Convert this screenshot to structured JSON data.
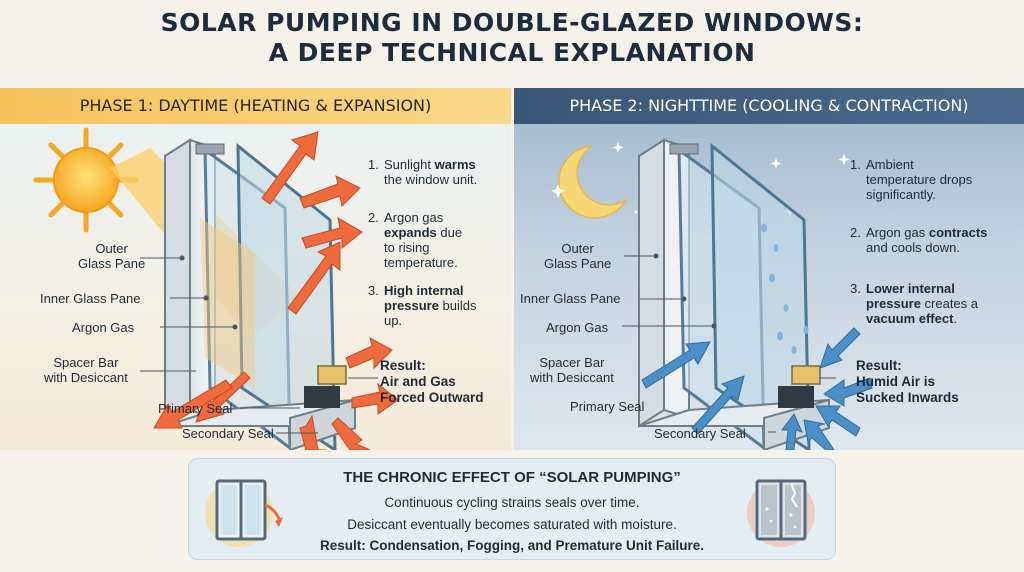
{
  "title": {
    "line1": "SOLAR PUMPING IN DOUBLE-GLAZED WINDOWS:",
    "line2": "A DEEP TECHNICAL EXPLANATION"
  },
  "day": {
    "header": "PHASE 1: DAYTIME (HEATING & EXPANSION)",
    "labels": {
      "outer_pane_1": "Outer",
      "outer_pane_2": "Glass Pane",
      "inner_pane": "Inner Glass Pane",
      "argon_gas": "Argon Gas",
      "spacer_1": "Spacer Bar",
      "spacer_2": "with Desiccant",
      "primary_seal": "Primary Seal",
      "secondary_seal": "Secondary Seal"
    },
    "steps": [
      {
        "num": "1.",
        "lines": [
          [
            {
              "t": "Sunlight ",
              "b": false
            },
            {
              "t": "warms",
              "b": true
            }
          ],
          [
            {
              "t": "the window unit.",
              "b": false
            }
          ]
        ]
      },
      {
        "num": "2.",
        "lines": [
          [
            {
              "t": "Argon gas",
              "b": false
            }
          ],
          [
            {
              "t": "expands",
              "b": true
            },
            {
              "t": " due",
              "b": false
            }
          ],
          [
            {
              "t": "to rising",
              "b": false
            }
          ],
          [
            {
              "t": "temperature.",
              "b": false
            }
          ]
        ]
      },
      {
        "num": "3.",
        "lines": [
          [
            {
              "t": "High internal",
              "b": true
            }
          ],
          [
            {
              "t": "pressure",
              "b": true
            },
            {
              "t": " builds",
              "b": false
            }
          ],
          [
            {
              "t": "up.",
              "b": false
            }
          ]
        ]
      }
    ],
    "result": [
      "Result:",
      "Air and Gas",
      "Forced Outward"
    ]
  },
  "night": {
    "header": "PHASE 2: NIGHTTIME (COOLING & CONTRACTION)",
    "labels": {
      "outer_pane_1": "Outer",
      "outer_pane_2": "Glass Pane",
      "inner_pane": "Inner Glass Pane",
      "argon_gas": "Argon Gas",
      "spacer_1": "Spacer Bar",
      "spacer_2": "with Desiccant",
      "primary_seal": "Primary Seal",
      "secondary_seal": "Secondary Seal"
    },
    "steps": [
      {
        "num": "1.",
        "lines": [
          [
            {
              "t": "Ambient",
              "b": false
            }
          ],
          [
            {
              "t": "temperature drops",
              "b": false
            }
          ],
          [
            {
              "t": "significantly.",
              "b": false
            }
          ]
        ]
      },
      {
        "num": "2.",
        "lines": [
          [
            {
              "t": "Argon gas ",
              "b": false
            },
            {
              "t": "contracts",
              "b": true
            }
          ],
          [
            {
              "t": "and cools down.",
              "b": false
            }
          ]
        ]
      },
      {
        "num": "3.",
        "lines": [
          [
            {
              "t": "Lower internal",
              "b": true
            }
          ],
          [
            {
              "t": "pressure",
              "b": true
            },
            {
              "t": " creates a",
              "b": false
            }
          ],
          [
            {
              "t": "vacuum effect",
              "b": true
            },
            {
              "t": ".",
              "b": false
            }
          ]
        ]
      }
    ],
    "result": [
      "Result:",
      "Humid Air is",
      "Sucked Inwards"
    ]
  },
  "bottom": {
    "title": "THE CHRONIC EFFECT OF “SOLAR PUMPING”",
    "line1": "Continuous cycling strains seals over time.",
    "line2": "Desiccant eventually becomes saturated with moisture.",
    "line3": "Result: Condensation, Fogging, and Premature Unit Failure."
  },
  "colors": {
    "day_header": "#f6c25a",
    "night_header": "#3a5677",
    "arrow_hot": "#ef6a3c",
    "arrow_cold": "#4a8fc6",
    "glass": "#cfe3ee"
  },
  "icons": [
    "sun-icon",
    "moon-icon",
    "star-icon",
    "window-clear-icon",
    "window-fogged-icon"
  ]
}
